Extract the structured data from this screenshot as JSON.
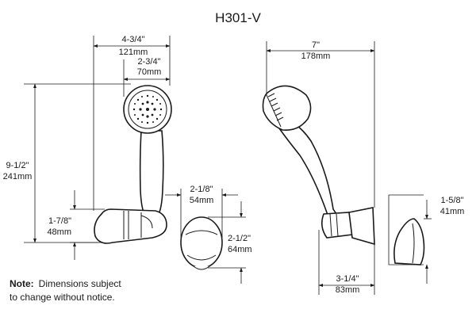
{
  "title": "H301-V",
  "note": {
    "bold": "Note:",
    "line1": "Dimensions subject",
    "line2": "to change without notice."
  },
  "dimensions": {
    "total_width_in": "4-3/4\"",
    "total_width_mm": "121mm",
    "head_width_in": "2-3/4\"",
    "head_width_mm": "70mm",
    "height_in": "9-1/2\"",
    "height_mm": "241mm",
    "holder_height_in": "1-7/8\"",
    "holder_height_mm": "48mm",
    "oval_width_in": "2-1/8\"",
    "oval_width_mm": "54mm",
    "oval_height_in": "2-1/2\"",
    "oval_height_mm": "64mm",
    "side_width_in": "7\"",
    "side_width_mm": "178mm",
    "clip_height_in": "1-5/8\"",
    "clip_height_mm": "41mm",
    "base_depth_in": "3-1/4\"",
    "base_depth_mm": "83mm"
  }
}
